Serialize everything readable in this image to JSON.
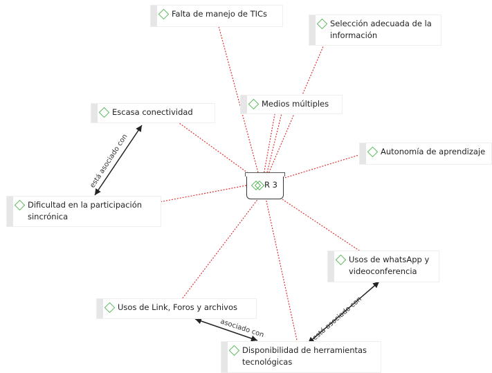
{
  "center": {
    "label": "R 3"
  },
  "nodes": {
    "falta_manejo": "Falta de manejo de TICs",
    "seleccion": "Selección adecuada de la información",
    "medios": "Medios múltiples",
    "escasa": "Escasa conectividad",
    "autonomia": "Autonomía de aprendizaje",
    "dificultad": "Dificultad en la participación sincrónica",
    "usos_whatsapp": "Usos de whatsApp y videoconferencia",
    "usos_link": "Usos de Link, Foros y archivos",
    "disponibilidad": "Disponibilidad de herramientas tecnológicas"
  },
  "relations": {
    "rel1": "está asociado con",
    "rel2": "está asociado con",
    "rel3": "asociado con"
  },
  "colors": {
    "link_line": "#e03030",
    "relation_line": "#222222",
    "node_icon": "#5cb85c"
  }
}
